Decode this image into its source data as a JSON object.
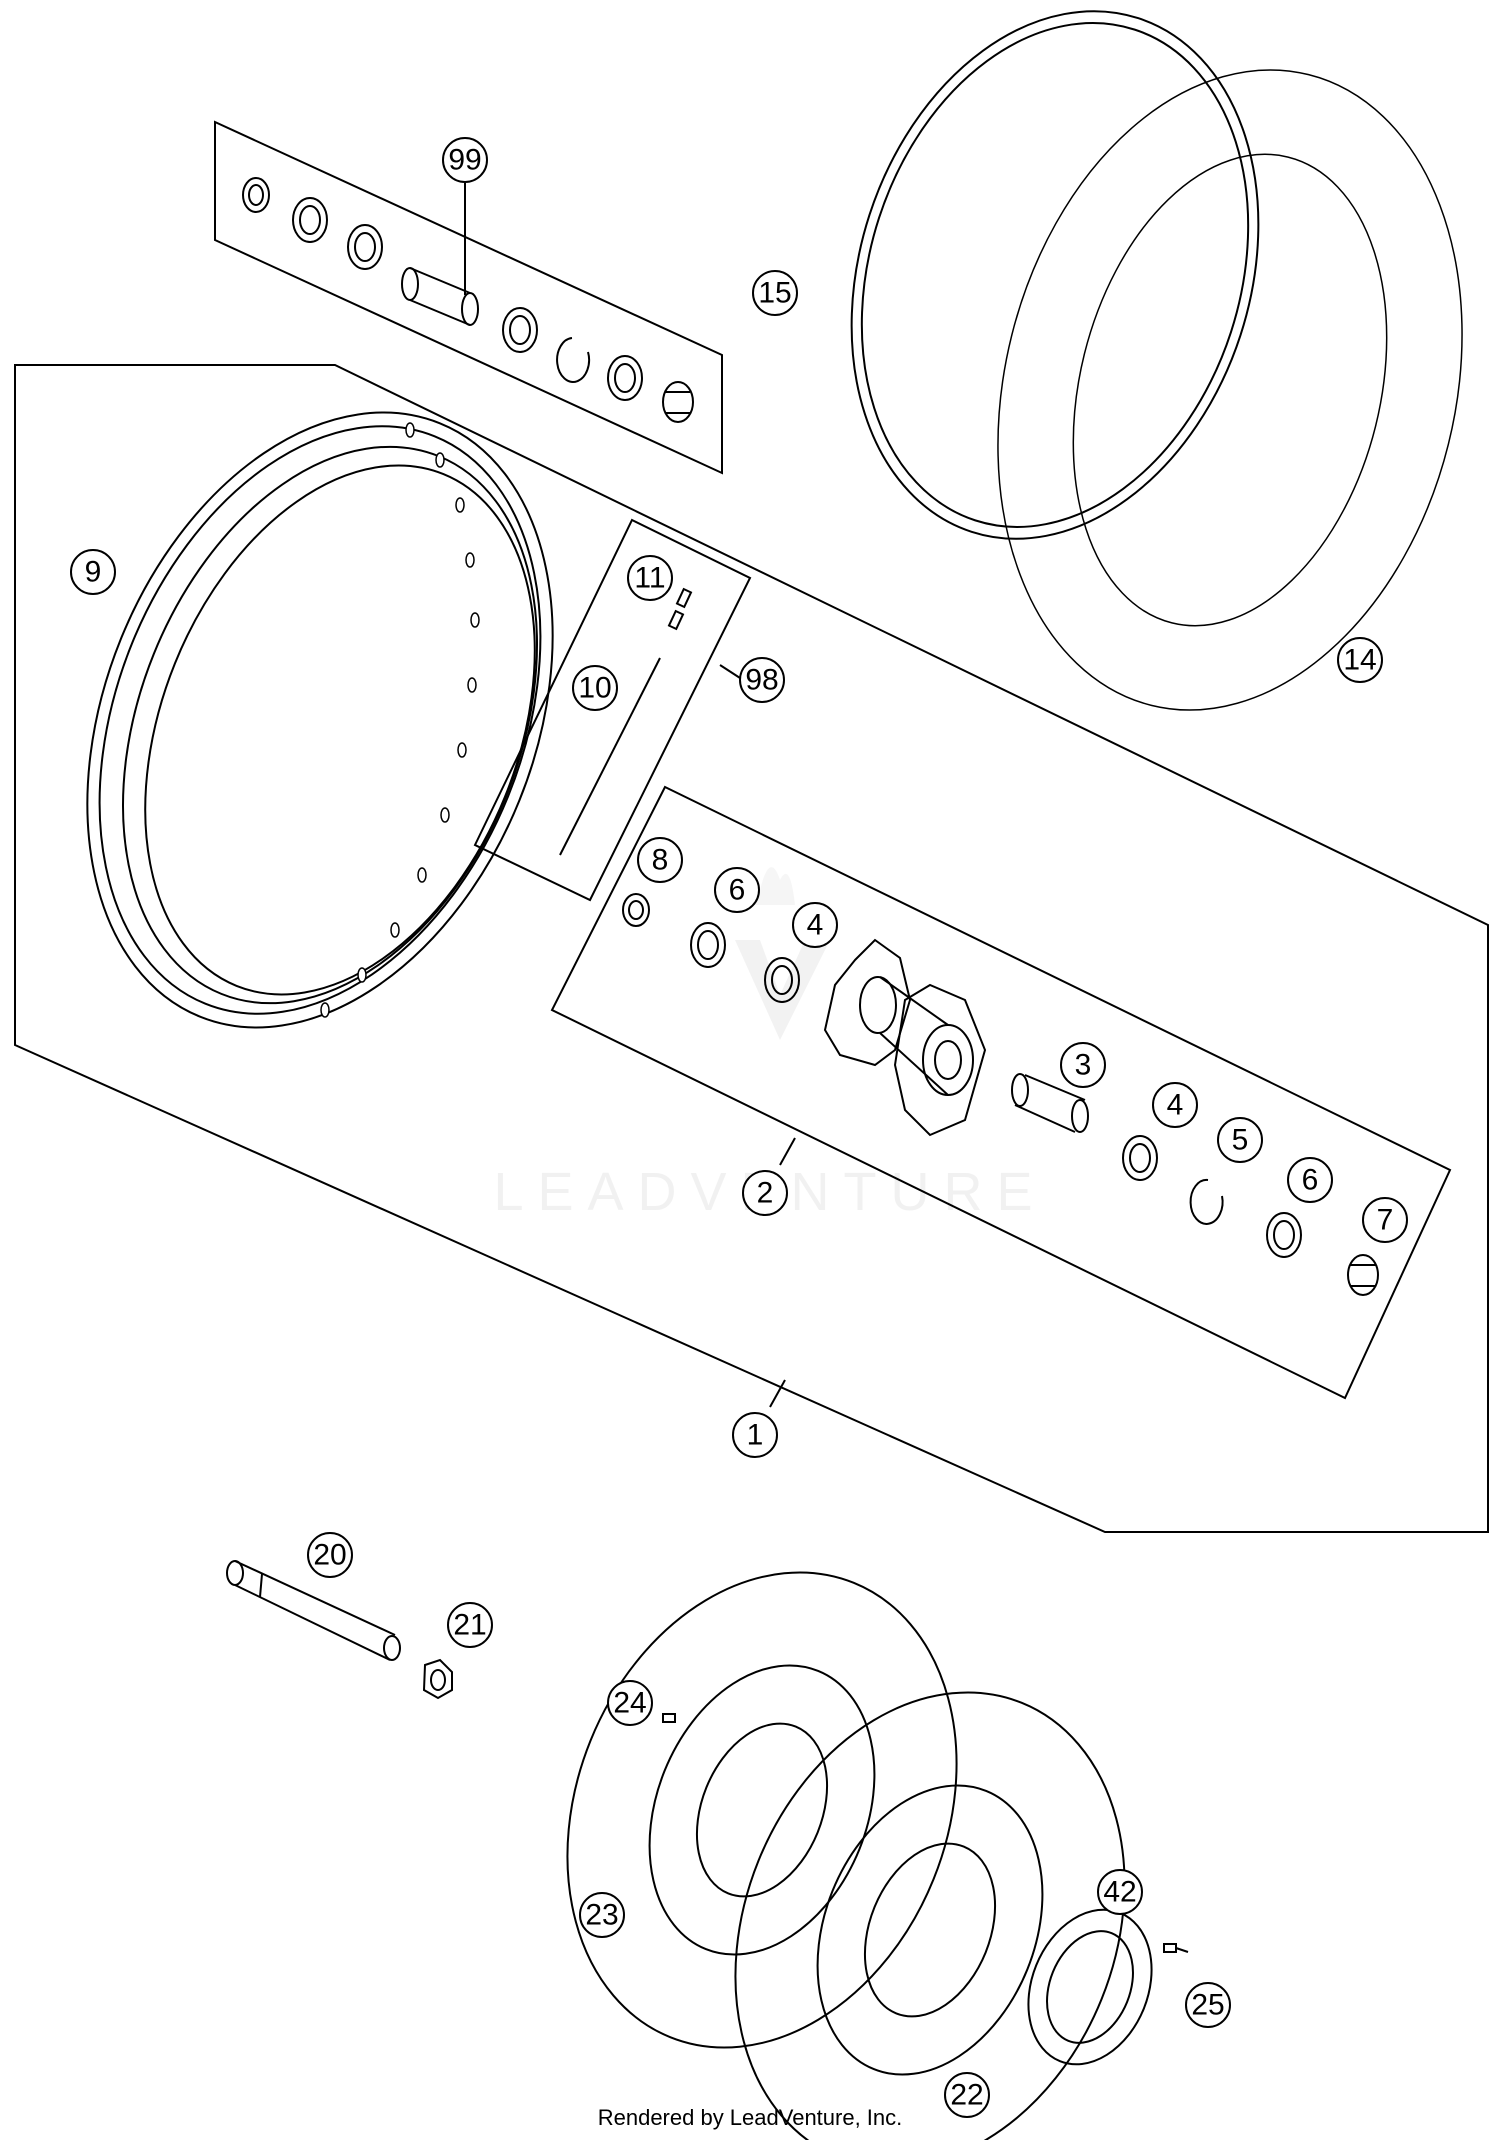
{
  "diagram": {
    "watermark": "LEADVENTURE",
    "footer": "Rendered by LeadVenture, Inc.",
    "callouts": {
      "c99": "99",
      "c15": "15",
      "c14": "14",
      "c9": "9",
      "c11": "11",
      "c10": "10",
      "c98": "98",
      "c8": "8",
      "c6a": "6",
      "c4a": "4",
      "c3": "3",
      "c4b": "4",
      "c5": "5",
      "c6b": "6",
      "c7": "7",
      "c2": "2",
      "c1": "1",
      "c20": "20",
      "c21": "21",
      "c24": "24",
      "c23": "23",
      "c22": "22",
      "c42": "42",
      "c25": "25"
    }
  }
}
